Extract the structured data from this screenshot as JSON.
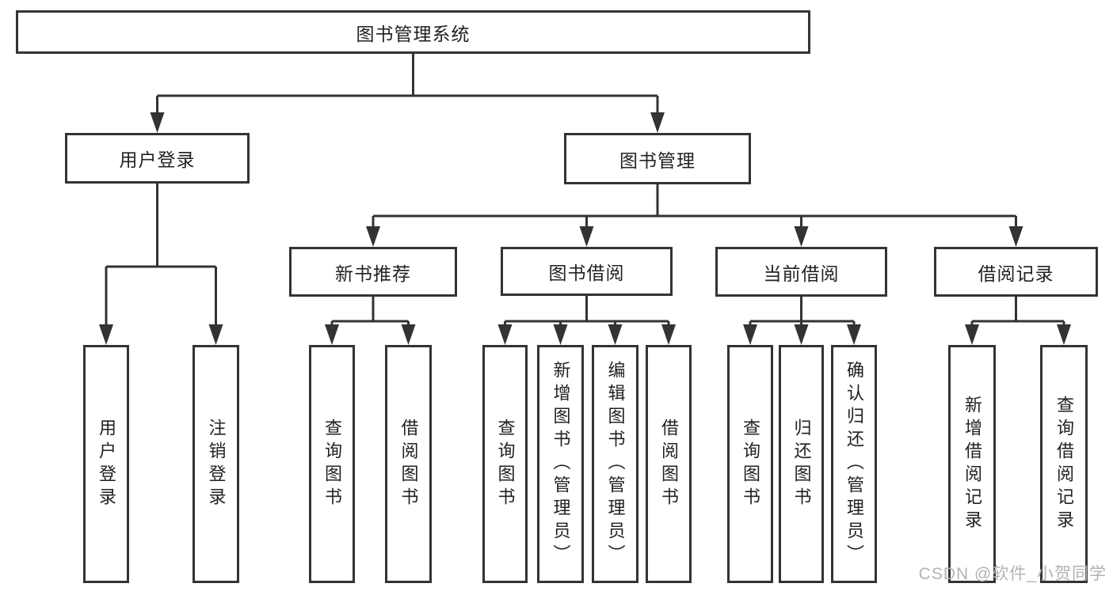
{
  "page": {
    "background": "#ffffff",
    "line_color": "#333333",
    "text_color": "#222222",
    "watermark_color": "#b3b3b3"
  },
  "tree": {
    "label": "图书管理系统",
    "children": [
      {
        "label": "用户登录",
        "children": [
          {
            "label": "用户登录"
          },
          {
            "label": "注销登录"
          }
        ]
      },
      {
        "label": "图书管理",
        "children": [
          {
            "label": "新书推荐",
            "children": [
              {
                "label": "查询图书"
              },
              {
                "label": "借阅图书"
              }
            ]
          },
          {
            "label": "图书借阅",
            "children": [
              {
                "label": "查询图书"
              },
              {
                "label": "新增图书（管理员）"
              },
              {
                "label": "编辑图书（管理员）"
              },
              {
                "label": "借阅图书"
              }
            ]
          },
          {
            "label": "当前借阅",
            "children": [
              {
                "label": "查询图书"
              },
              {
                "label": "归还图书"
              },
              {
                "label": "确认归还（管理员）"
              }
            ]
          },
          {
            "label": "借阅记录",
            "children": [
              {
                "label": "新增借阅记录"
              },
              {
                "label": "查询借阅记录"
              }
            ]
          }
        ]
      }
    ]
  },
  "watermark": {
    "text": "CSDN @软件_小贺同学"
  }
}
